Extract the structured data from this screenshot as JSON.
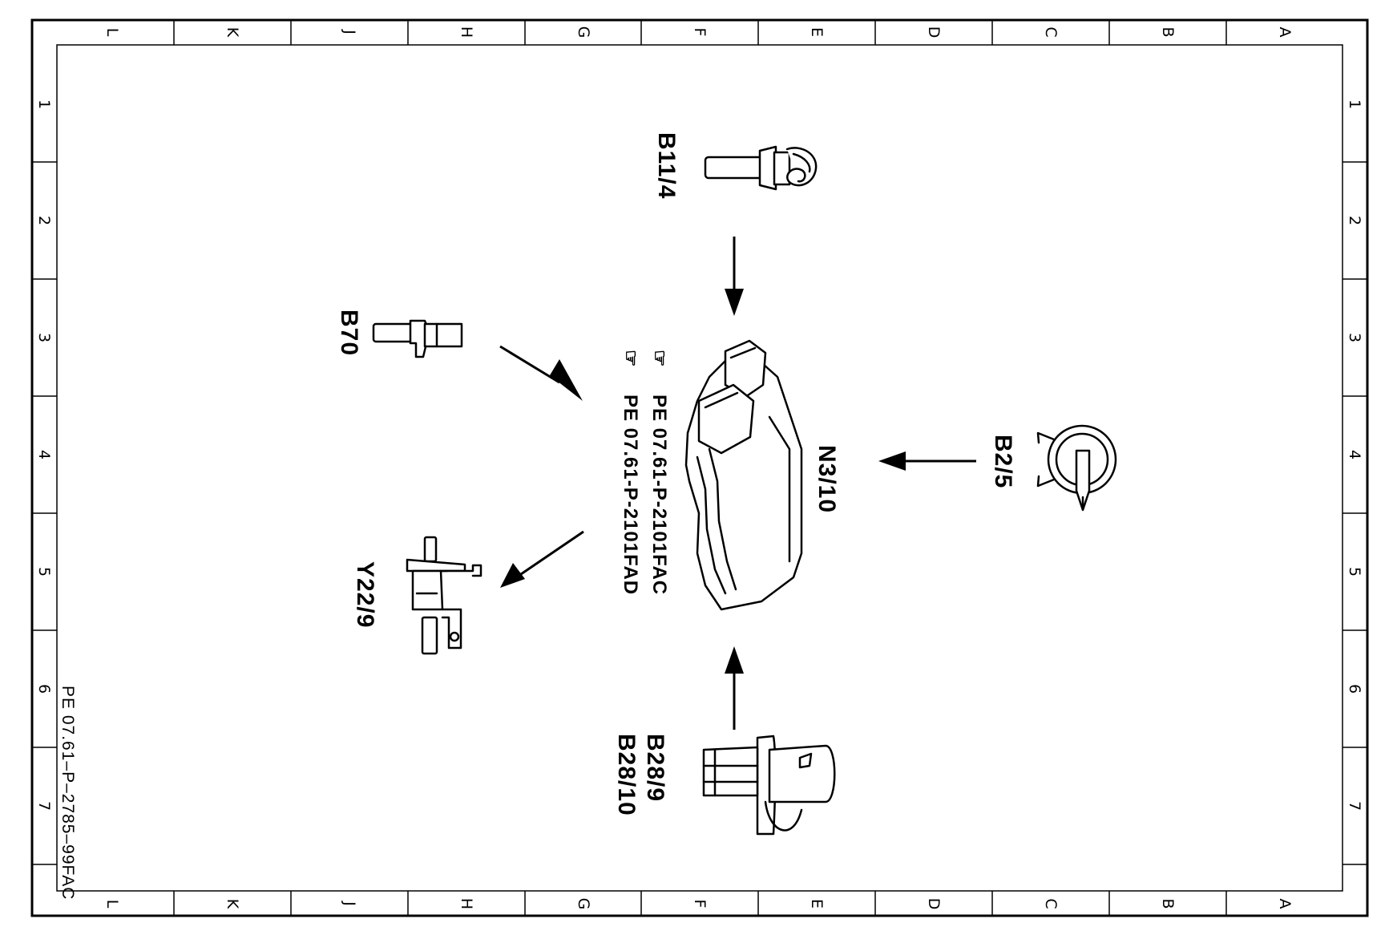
{
  "grid": {
    "columns": [
      "L",
      "K",
      "J",
      "H",
      "G",
      "F",
      "E",
      "D",
      "C",
      "B",
      "A"
    ],
    "rows": [
      "1",
      "2",
      "3",
      "4",
      "5",
      "6",
      "7"
    ]
  },
  "components": {
    "control_unit": {
      "label": "N3/10"
    },
    "sensor_top": {
      "label": "B11/4"
    },
    "sensor_left": {
      "label": "B70"
    },
    "sensor_right": {
      "label": "B2/5"
    },
    "sensor_bottom": {
      "label_1": "B28/9",
      "label_2": "B28/10"
    },
    "valve": {
      "label": "Y22/9"
    }
  },
  "references": {
    "line_1": "PE 07.61-P-2101FAC",
    "line_2": "PE 07.61-P-2101FAD"
  },
  "drawing_code": "PE 07.61–P–2785–99FAC"
}
